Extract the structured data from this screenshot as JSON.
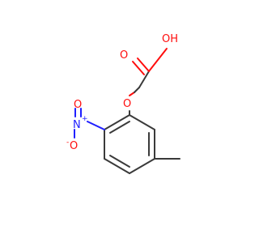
{
  "molecule": {
    "labels": {
      "hydroxyl": "OH",
      "carbonyl_o": "O",
      "ether_o": "O",
      "nitro_n": "N",
      "nitro_n_charge": "+",
      "nitro_o_top": "O",
      "nitro_o_minus": "O",
      "nitro_o_charge": "-"
    },
    "colors": {
      "bond": "#3a3a3a",
      "oxygen": "#ff0d0d",
      "nitrogen": "#2020ff"
    }
  }
}
